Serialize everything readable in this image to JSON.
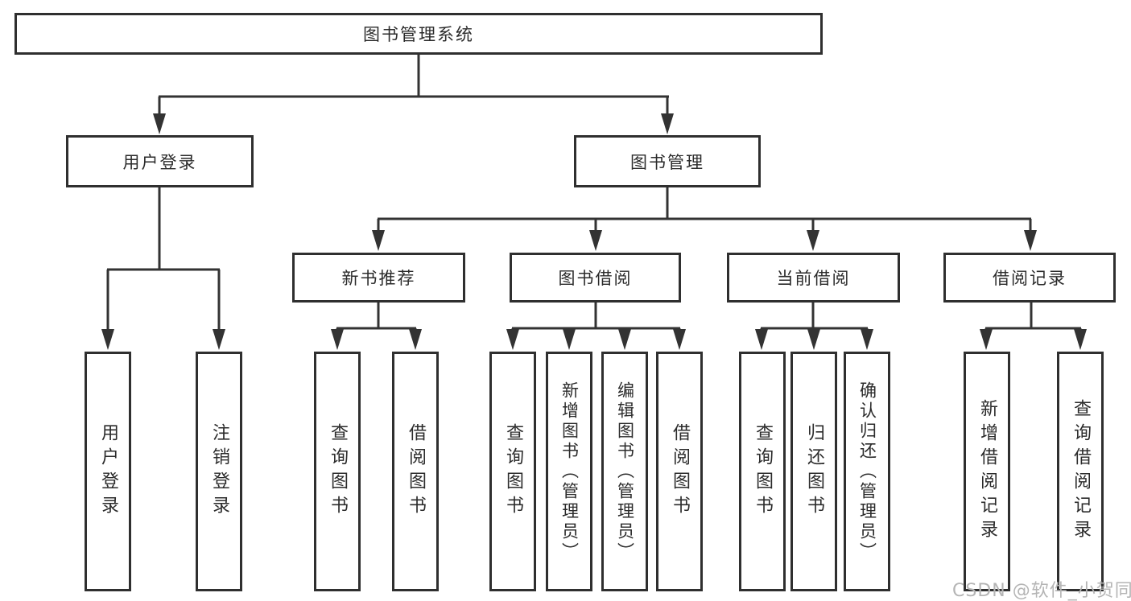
{
  "title": "图书管理系统",
  "nodes": {
    "user_login": "用户登录",
    "book_mgmt": "图书管理",
    "new_books": "新书推荐",
    "book_borrow": "图书借阅",
    "current_borrow": "当前借阅",
    "borrow_records": "借阅记录"
  },
  "leaves": {
    "user_login": [
      "用户登录",
      "注销登录"
    ],
    "new_books": [
      "查询图书",
      "借阅图书"
    ],
    "book_borrow": [
      "查询图书",
      "新增图书（管理员）",
      "编辑图书（管理员）",
      "借阅图书"
    ],
    "current_borrow": [
      "查询图书",
      "归还图书",
      "确认归还（管理员）"
    ],
    "borrow_records": [
      "新增借阅记录",
      "查询借阅记录"
    ]
  },
  "watermark": "CSDN @软件_小贺同学",
  "colors": {
    "line": "#333333",
    "border": "#2f2f2f",
    "text": "#2b2b2b",
    "watermark": "#b5b5b5",
    "background": "#ffffff"
  },
  "diagram_type": "hierarchy-tree"
}
